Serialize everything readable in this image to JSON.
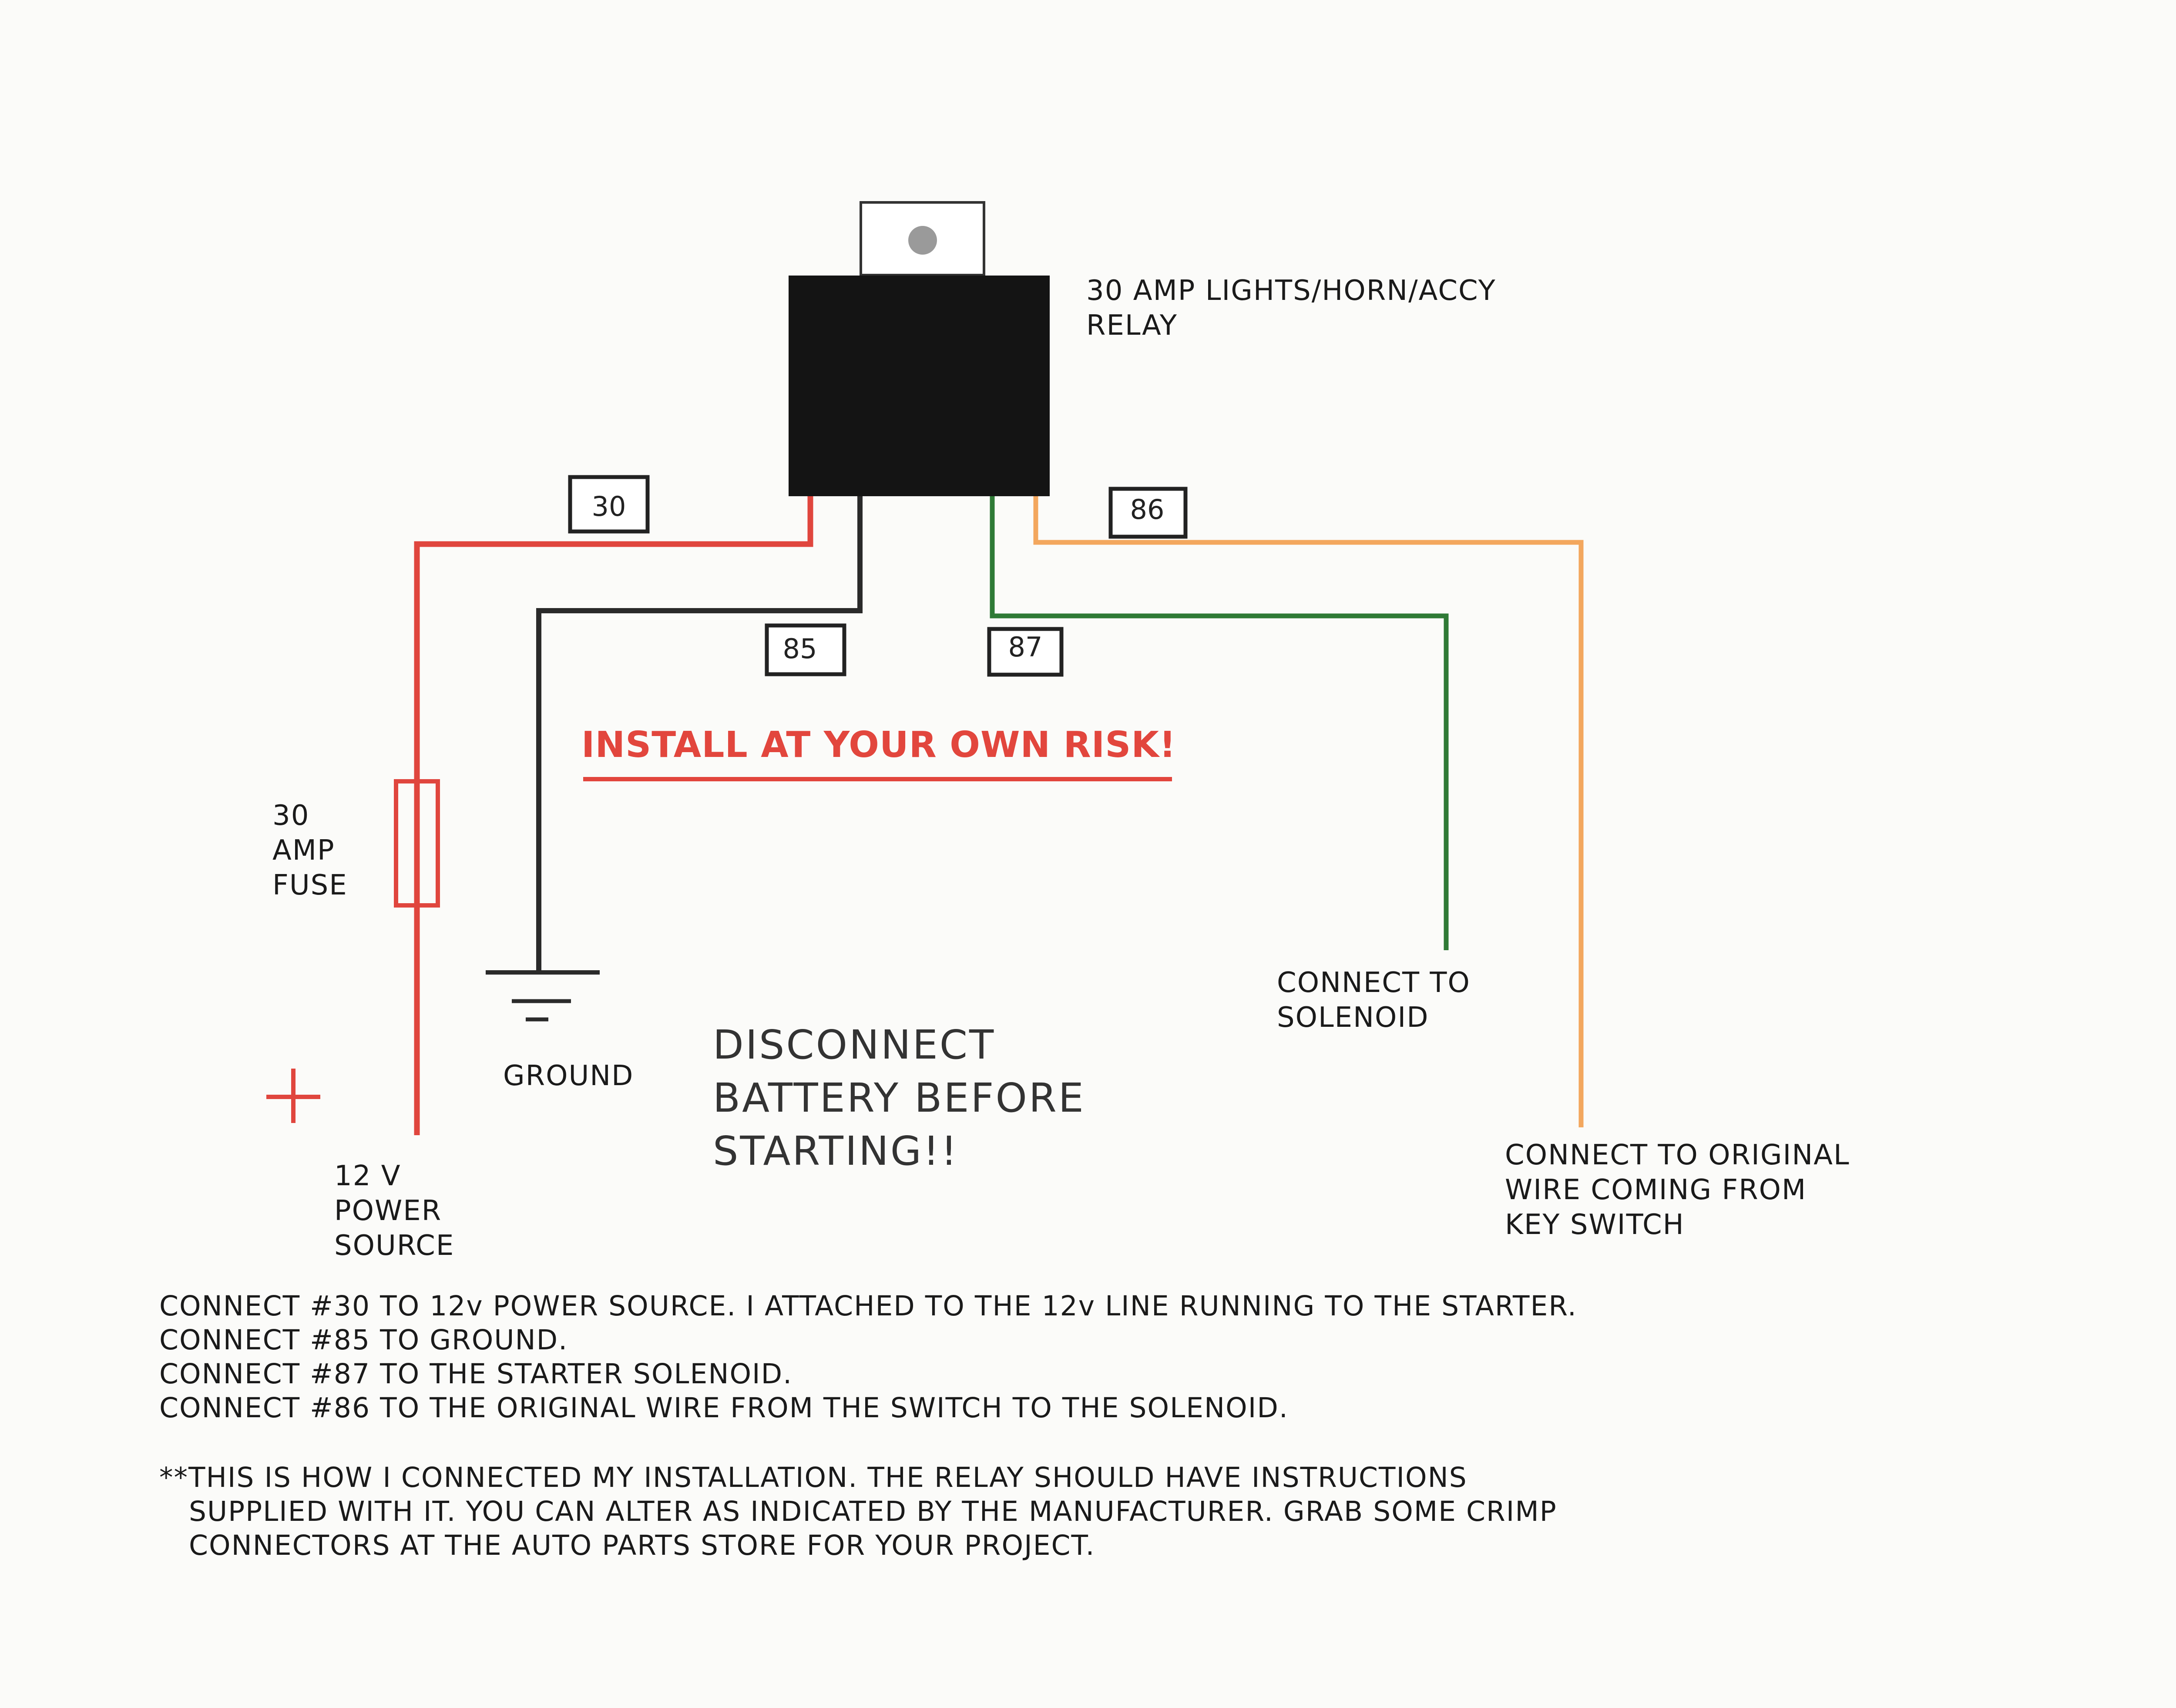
{
  "relay": {
    "label_line1": "30 AMP LIGHTS/HORN/ACCY",
    "label_line2": "RELAY"
  },
  "pins": {
    "p30": "30",
    "p85": "85",
    "p86": "86",
    "p87": "87"
  },
  "warning": "INSTALL AT YOUR OWN RISK!",
  "fuse": {
    "line1": "30",
    "line2": "AMP",
    "line3": "FUSE"
  },
  "power": {
    "line1": "12 V",
    "line2": "POWER",
    "line3": "SOURCE",
    "symbol": "+"
  },
  "ground": {
    "label": "GROUND"
  },
  "disconnect": {
    "line1": "DISCONNECT",
    "line2": "BATTERY BEFORE",
    "line3": "STARTING!!"
  },
  "solenoid": {
    "line1": "CONNECT TO",
    "line2": "SOLENOID"
  },
  "keyswitch": {
    "line1": "CONNECT TO ORIGINAL",
    "line2": "WIRE COMING FROM",
    "line3": "KEY SWITCH"
  },
  "instructions": [
    "CONNECT #30 TO 12v POWER SOURCE.  I ATTACHED TO THE 12v LINE RUNNING TO THE STARTER.",
    "CONNECT #85 TO GROUND.",
    "CONNECT #87 TO THE STARTER SOLENOID.",
    "CONNECT #86 TO THE ORIGINAL WIRE FROM THE SWITCH TO THE SOLENOID."
  ],
  "note": [
    "**THIS IS HOW I CONNECTED MY INSTALLATION.  THE RELAY SHOULD HAVE INSTRUCTIONS",
    "SUPPLIED WITH IT.  YOU CAN ALTER AS INDICATED BY THE MANUFACTURER.  GRAB SOME CRIMP",
    "CONNECTORS AT THE AUTO PARTS STORE FOR YOUR PROJECT."
  ],
  "colors": {
    "red_wire": "#e0463e",
    "black_wire": "#2a2a2a",
    "green_wire": "#2f7a36",
    "orange_wire": "#f3a75e",
    "relay_body": "#141414",
    "warning_text": "#e2463d"
  }
}
